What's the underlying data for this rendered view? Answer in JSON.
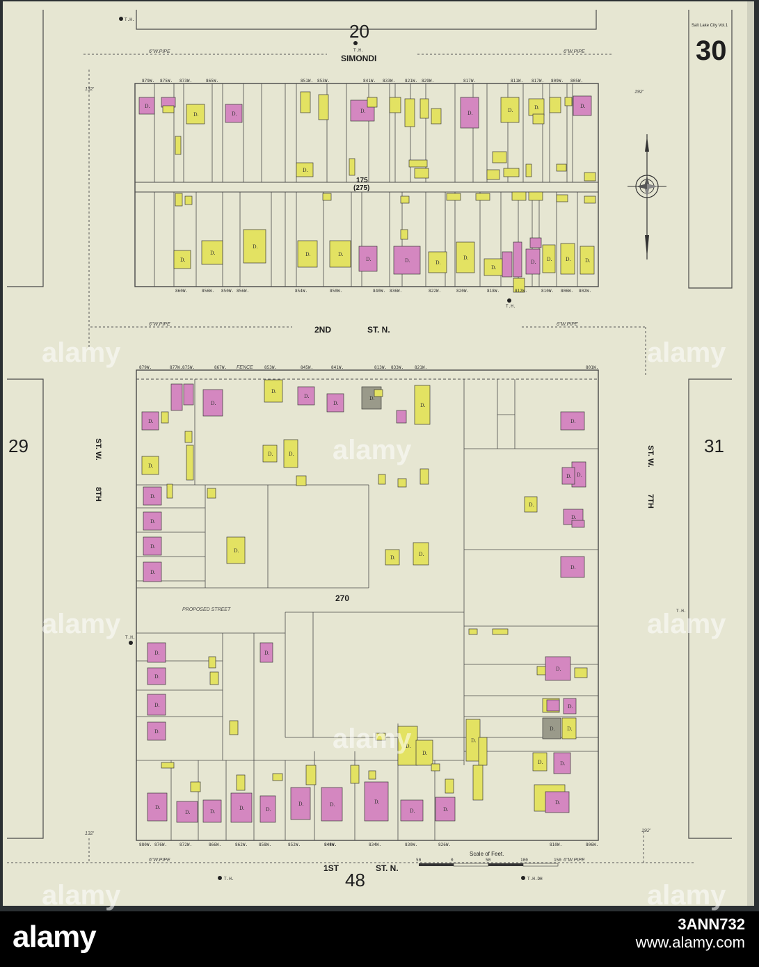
{
  "sheet": {
    "number": "30",
    "city_label": "Salt Lake City Vol.1",
    "adjacent": {
      "top": "20",
      "bottom": "48",
      "left": "29",
      "right": "31"
    }
  },
  "streets": {
    "top": "SIMONDI",
    "middle_a": "2ND",
    "middle_b": "ST. N.",
    "bottom_a": "1ST",
    "bottom_b": "ST. N.",
    "left_a": "ST. W.",
    "left_b": "8TH",
    "right_a": "ST. W.",
    "right_b": "7TH",
    "proposed": "PROPOSED STREET",
    "fence": "FENCE"
  },
  "blocks": {
    "north": "175",
    "north_old": "(275)",
    "south": "270"
  },
  "pipes": {
    "six_inch": "6\"W.PIPE",
    "dist_132": "132'",
    "dist_192": "192'"
  },
  "markers": {
    "th": "T.H.",
    "th_dh": "T.H.DH"
  },
  "scale": {
    "title": "Scale of Feet.",
    "ticks": [
      "50",
      "0",
      "50",
      "100",
      "150"
    ]
  },
  "north_top_addresses": [
    "879W.",
    "875W.",
    "873W.",
    "865W.",
    "851W.",
    "853W.",
    "841W.",
    "833W.",
    "821W.",
    "829W.",
    "817W.",
    "811W.",
    "817W.",
    "809W.",
    "805W."
  ],
  "north_bottom_addresses": [
    "860W.",
    "856W.",
    "850W.",
    "856W.",
    "854W.",
    "850W.",
    "840W.",
    "836W.",
    "822W.",
    "820W.",
    "818W.",
    "812W.",
    "810W.",
    "806W.",
    "802W."
  ],
  "south_top_addresses": [
    "879W.",
    "877W.",
    "875W.",
    "867W.",
    "853W.",
    "845W.",
    "841W.",
    "813W.",
    "833W.",
    "821W.",
    "801W."
  ],
  "south_bottom_addresses": [
    "880W.",
    "876W.",
    "872W.",
    "866W.",
    "862W.",
    "858W.",
    "852W.",
    "848W.",
    "844W.",
    "834W.",
    "830W.",
    "826W.",
    "810W.",
    "806W."
  ],
  "watermark": "alamy",
  "footer": {
    "logo": "alamy",
    "code": "3ANN732",
    "site": "www.alamy.com"
  },
  "colors": {
    "paper": "#e6e6d2",
    "dwelling_brick": "#d487c0",
    "dwelling_frame": "#e3e262",
    "stone": "#9a9a8a",
    "line": "#4a4a4a",
    "border": "#2b3033"
  }
}
